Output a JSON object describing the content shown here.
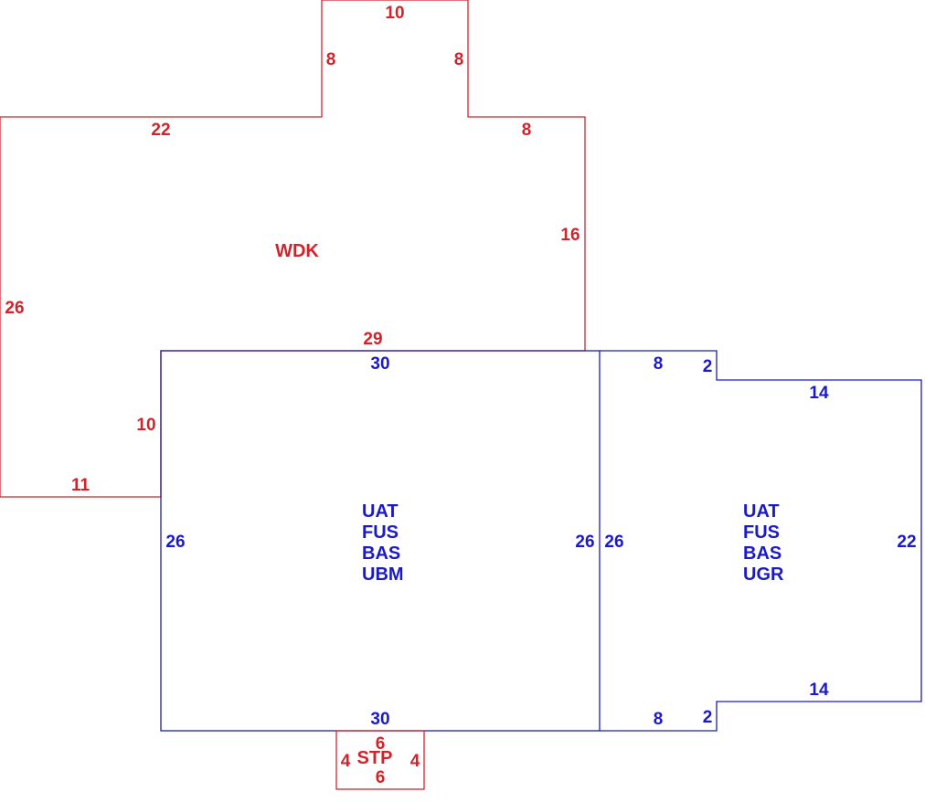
{
  "colors": {
    "deck": "#d2232a",
    "house": "#1a1ac8",
    "background": "#ffffff"
  },
  "wdk": {
    "code": "WDK",
    "dims": {
      "top_bump": "10",
      "bump_left": "8",
      "bump_right": "8",
      "top_left": "22",
      "top_right": "8",
      "right": "16",
      "left": "26",
      "bottom": "29",
      "inner_left": "10",
      "bottom_left": "11"
    }
  },
  "main": {
    "codes": [
      "UAT",
      "FUS",
      "BAS",
      "UBM"
    ],
    "dims": {
      "top": "30",
      "left": "26",
      "right": "26",
      "bottom": "30"
    }
  },
  "garage": {
    "codes": [
      "UAT",
      "FUS",
      "BAS",
      "UGR"
    ],
    "dims": {
      "top_short": "8",
      "top_step": "2",
      "top_long": "14",
      "left": "26",
      "right": "22",
      "bottom_long": "14",
      "bottom_step": "2",
      "bottom_short": "8"
    }
  },
  "stp": {
    "code": "STP",
    "dims": {
      "top": "6",
      "left": "4",
      "right": "4",
      "bottom": "6"
    }
  }
}
